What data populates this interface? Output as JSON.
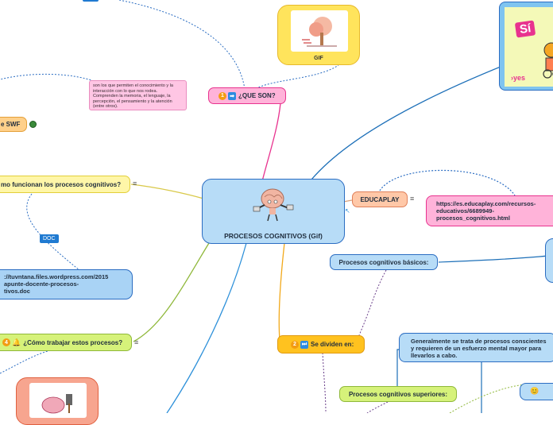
{
  "central": {
    "title": "PROCESOS COGNITIVOS (Gif)"
  },
  "que_son": {
    "num": "1",
    "label": "¿QUE SON?",
    "note": "son los que permiten el conocimiento y la interacción con lo que nos rodea. Comprenden la memoria, el lenguaje, la percepción, el pensamiento y la atención (entre otros)."
  },
  "gif_card": {
    "label": "GIF"
  },
  "swf": {
    "label": "e SWF"
  },
  "como_funcionan": {
    "label": "mo funcionan los procesos cognitivos?"
  },
  "doc_tag": {
    "label": "DOC"
  },
  "doc_link": {
    "line1": "://tuvntana.files.wordpress.com/2015",
    "line2": "apunte-docente-procesos-",
    "line3": "tivos.doc"
  },
  "como_trabajar": {
    "num": "4",
    "label": "¿Cómo trabajar estos procesos?"
  },
  "educaplay": {
    "label": "EDUCAPLAY",
    "link": "https://es.educaplay.com/recursos-educativos/6689949-procesos_cognitivos.html"
  },
  "basicos": {
    "label": "Procesos cognitivos básicos:"
  },
  "se_dividen": {
    "num": "2",
    "label": "Se dividen en:"
  },
  "superiores": {
    "label": "Procesos cognitivos superiores:",
    "desc": "Generalmente se trata de procesos conscientes y requieren de un esfuerzo mental mayor para llevarlos a cabo."
  },
  "image_card": {
    "text_si": "Sí",
    "text_yes": "›yes"
  },
  "colors": {
    "pink": "#ffb3d9",
    "yellow": "#ffe45c",
    "blue": "#b7dcf7",
    "green": "#d6f27a",
    "orange": "#ffd08a",
    "salmon": "#f7a58f"
  }
}
